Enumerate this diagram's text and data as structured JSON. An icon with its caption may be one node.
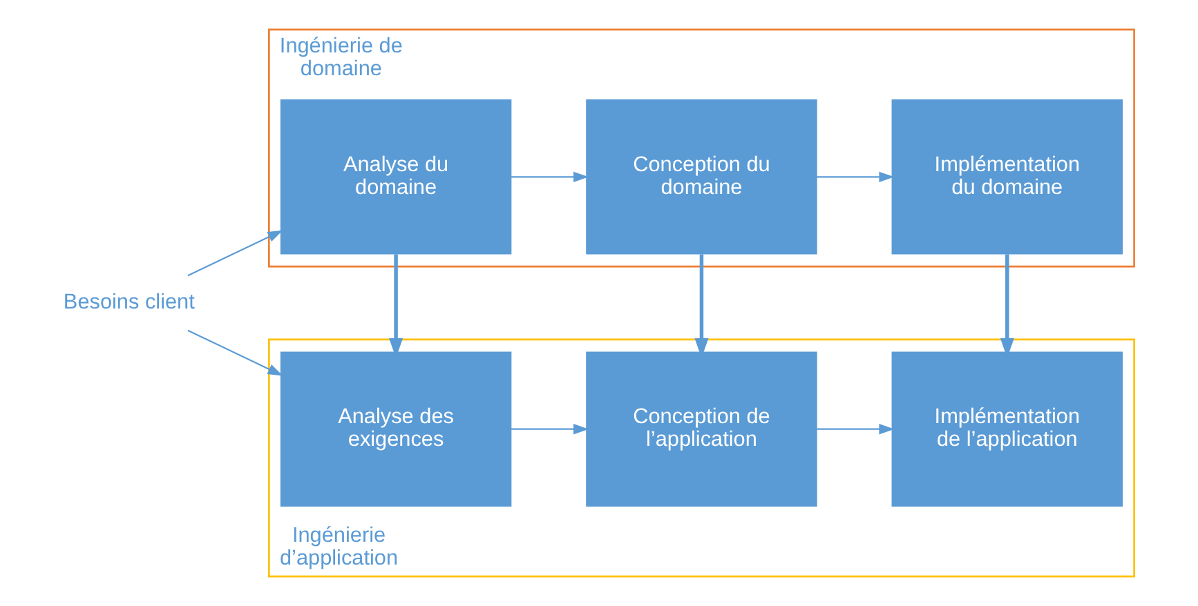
{
  "diagram": {
    "nodes": [
      {
        "text": [
          "Ingénierie de domaine"
        ]
      },
      {
        "text": [
          "Analyse du domaine"
        ],
        "in": 0
      },
      {
        "text": [
          "Conception du domaine"
        ],
        "in": 0
      },
      {
        "text": [
          "Implémentation du domaine"
        ],
        "in": 0
      },
      {
        "text": [
          "Besoins client"
        ]
      },
      {
        "text": [
          "Ingénierie d’application"
        ]
      },
      {
        "text": [
          "Analyse des exigences"
        ],
        "in": 5
      },
      {
        "text": [
          "Conception de l’application"
        ],
        "in": 5
      },
      {
        "text": [
          "Implémentation de l’application"
        ],
        "in": 5
      }
    ],
    "edges": [
      {
        "from": 4,
        "to": 1,
        "arrow": "to"
      },
      {
        "from": 1,
        "to": 2,
        "arrow": "to"
      },
      {
        "from": 2,
        "to": 3,
        "arrow": "to"
      },
      {
        "from": 4,
        "to": 6,
        "arrow": "to"
      },
      {
        "from": 6,
        "to": 7,
        "arrow": "to"
      },
      {
        "from": 7,
        "to": 8,
        "arrow": "to"
      },
      {
        "from": 1,
        "to": 6,
        "arrow": "to",
        "style": "thick"
      },
      {
        "from": 2,
        "to": 7,
        "arrow": "to",
        "style": "thick"
      },
      {
        "from": 3,
        "to": 8,
        "arrow": "to",
        "style": "thick"
      }
    ]
  }
}
